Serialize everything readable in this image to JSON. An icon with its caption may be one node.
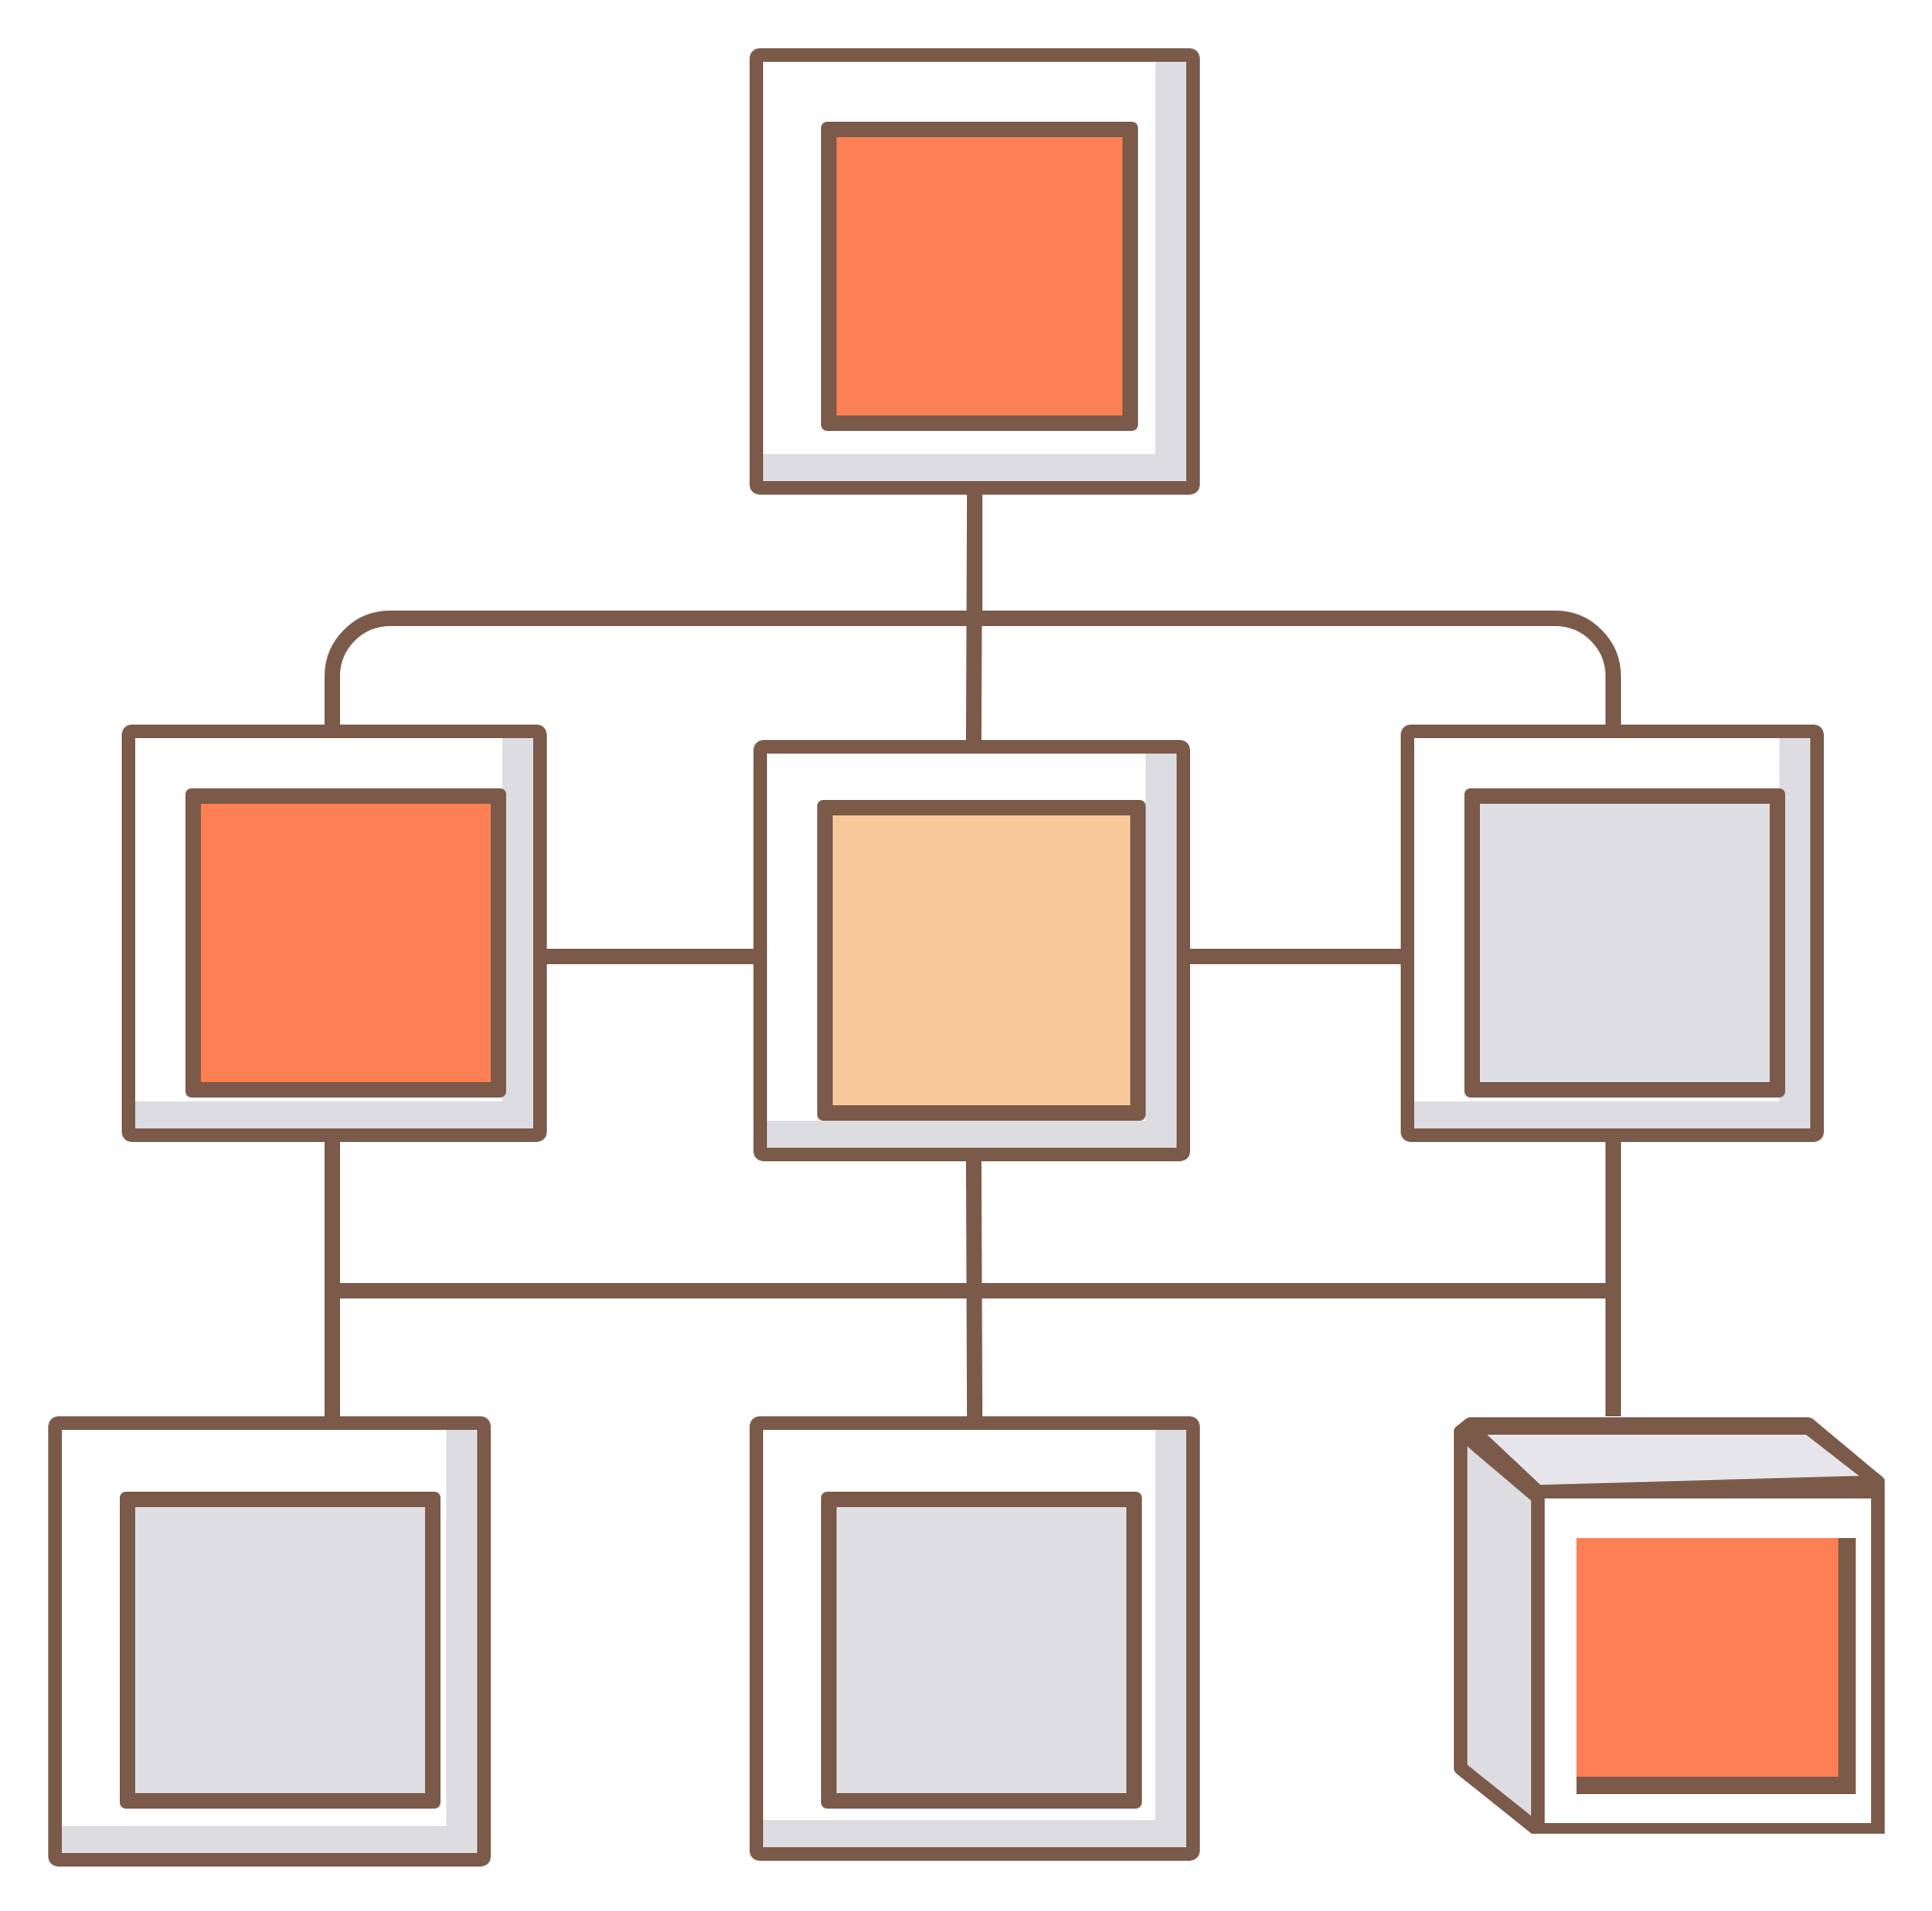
{
  "diagram": {
    "nodes": [
      {
        "text": [],
        "shape": "box"
      },
      {
        "text": [],
        "shape": "box"
      },
      {
        "text": [],
        "shape": "box"
      },
      {
        "text": [],
        "shape": "box"
      },
      {
        "text": [],
        "shape": "box"
      },
      {
        "text": [],
        "shape": "box"
      },
      {
        "text": [],
        "shape": "cube"
      }
    ],
    "edges": [
      {
        "from": 0,
        "to": 1,
        "arrow": "none"
      },
      {
        "from": 0,
        "to": 2,
        "arrow": "none"
      },
      {
        "from": 0,
        "to": 3,
        "arrow": "none"
      },
      {
        "from": 1,
        "to": 2,
        "arrow": "none"
      },
      {
        "from": 2,
        "to": 3,
        "arrow": "none"
      },
      {
        "from": 1,
        "to": 4,
        "arrow": "none"
      },
      {
        "from": 2,
        "to": 5,
        "arrow": "none"
      },
      {
        "from": 3,
        "to": 6,
        "arrow": "none"
      }
    ]
  }
}
